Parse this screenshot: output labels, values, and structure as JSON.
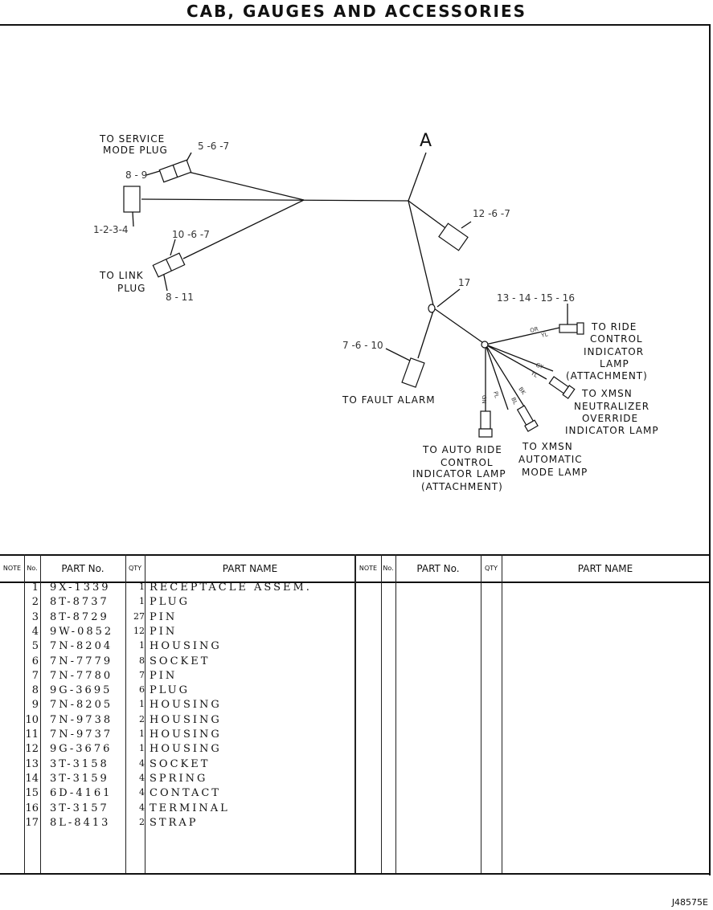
{
  "page": {
    "title": "CAB, GAUGES AND ACCESSORIES",
    "footer_id": "J48575E"
  },
  "diagram": {
    "letter": "A",
    "labels": {
      "service_mode_1": "TO SERVICE",
      "service_mode_2": "MODE PLUG",
      "link_1": "TO LINK",
      "link_2": "PLUG",
      "fault_alarm": "TO FAULT ALARM",
      "ride_ctrl_1": "TO RIDE",
      "ride_ctrl_2": "CONTROL",
      "ride_ctrl_3": "INDICATOR",
      "ride_ctrl_4": "LAMP",
      "ride_ctrl_5": "(ATTACHMENT)",
      "xmsn_neut_1": "TO XMSN",
      "xmsn_neut_2": "NEUTRALIZER",
      "xmsn_neut_3": "OVERRIDE",
      "xmsn_neut_4": "INDICATOR LAMP",
      "xmsn_auto_1": "TO XMSN",
      "xmsn_auto_2": "AUTOMATIC",
      "xmsn_auto_3": "MODE LAMP",
      "auto_ride_1": "TO AUTO RIDE",
      "auto_ride_2": "CONTROL",
      "auto_ride_3": "INDICATOR LAMP",
      "auto_ride_4": "(ATTACHMENT)"
    },
    "callouts": {
      "c567": "5 -6 -7",
      "c89": "8 - 9",
      "c1234": "1-2-3-4",
      "c1067": "10 -6 -7",
      "c811": "8 - 11",
      "c1267": "12 -6 -7",
      "c17": "17",
      "c13_16": "13 - 14 - 15 - 16",
      "c7610": "7 -6 - 10"
    },
    "wire_codes": {
      "w1": "OR",
      "w2": "YL",
      "w3": "GY",
      "w4": "YL",
      "w5": "BK",
      "w6": "BL",
      "w7": "PL",
      "w8": "GN"
    }
  },
  "table": {
    "headers": {
      "note": "NOTE",
      "no": "No.",
      "part_no": "PART No.",
      "qty": "QTY",
      "part_name": "PART NAME"
    },
    "rows": [
      {
        "no": "1",
        "part_no": "9X-1339",
        "qty": "1",
        "name": "RECEPTACLE ASSEM."
      },
      {
        "no": "2",
        "part_no": "8T-8737",
        "qty": "1",
        "name": "PLUG"
      },
      {
        "no": "3",
        "part_no": "8T-8729",
        "qty": "27",
        "name": "PIN"
      },
      {
        "no": "4",
        "part_no": "9W-0852",
        "qty": "12",
        "name": "PIN"
      },
      {
        "no": "5",
        "part_no": "7N-8204",
        "qty": "1",
        "name": "HOUSING"
      },
      {
        "no": "6",
        "part_no": "7N-7779",
        "qty": "8",
        "name": "SOCKET"
      },
      {
        "no": "7",
        "part_no": "7N-7780",
        "qty": "7",
        "name": "PIN"
      },
      {
        "no": "8",
        "part_no": "9G-3695",
        "qty": "6",
        "name": "PLUG"
      },
      {
        "no": "9",
        "part_no": "7N-8205",
        "qty": "1",
        "name": "HOUSING"
      },
      {
        "no": "10",
        "part_no": "7N-9738",
        "qty": "2",
        "name": "HOUSING"
      },
      {
        "no": "11",
        "part_no": "7N-9737",
        "qty": "1",
        "name": "HOUSING"
      },
      {
        "no": "12",
        "part_no": "9G-3676",
        "qty": "1",
        "name": "HOUSING"
      },
      {
        "no": "13",
        "part_no": "3T-3158",
        "qty": "4",
        "name": "SOCKET"
      },
      {
        "no": "14",
        "part_no": "3T-3159",
        "qty": "4",
        "name": "SPRING"
      },
      {
        "no": "15",
        "part_no": "6D-4161",
        "qty": "4",
        "name": "CONTACT"
      },
      {
        "no": "16",
        "part_no": "3T-3157",
        "qty": "4",
        "name": "TERMINAL"
      },
      {
        "no": "17",
        "part_no": "8L-8413",
        "qty": "2",
        "name": "STRAP"
      }
    ]
  }
}
